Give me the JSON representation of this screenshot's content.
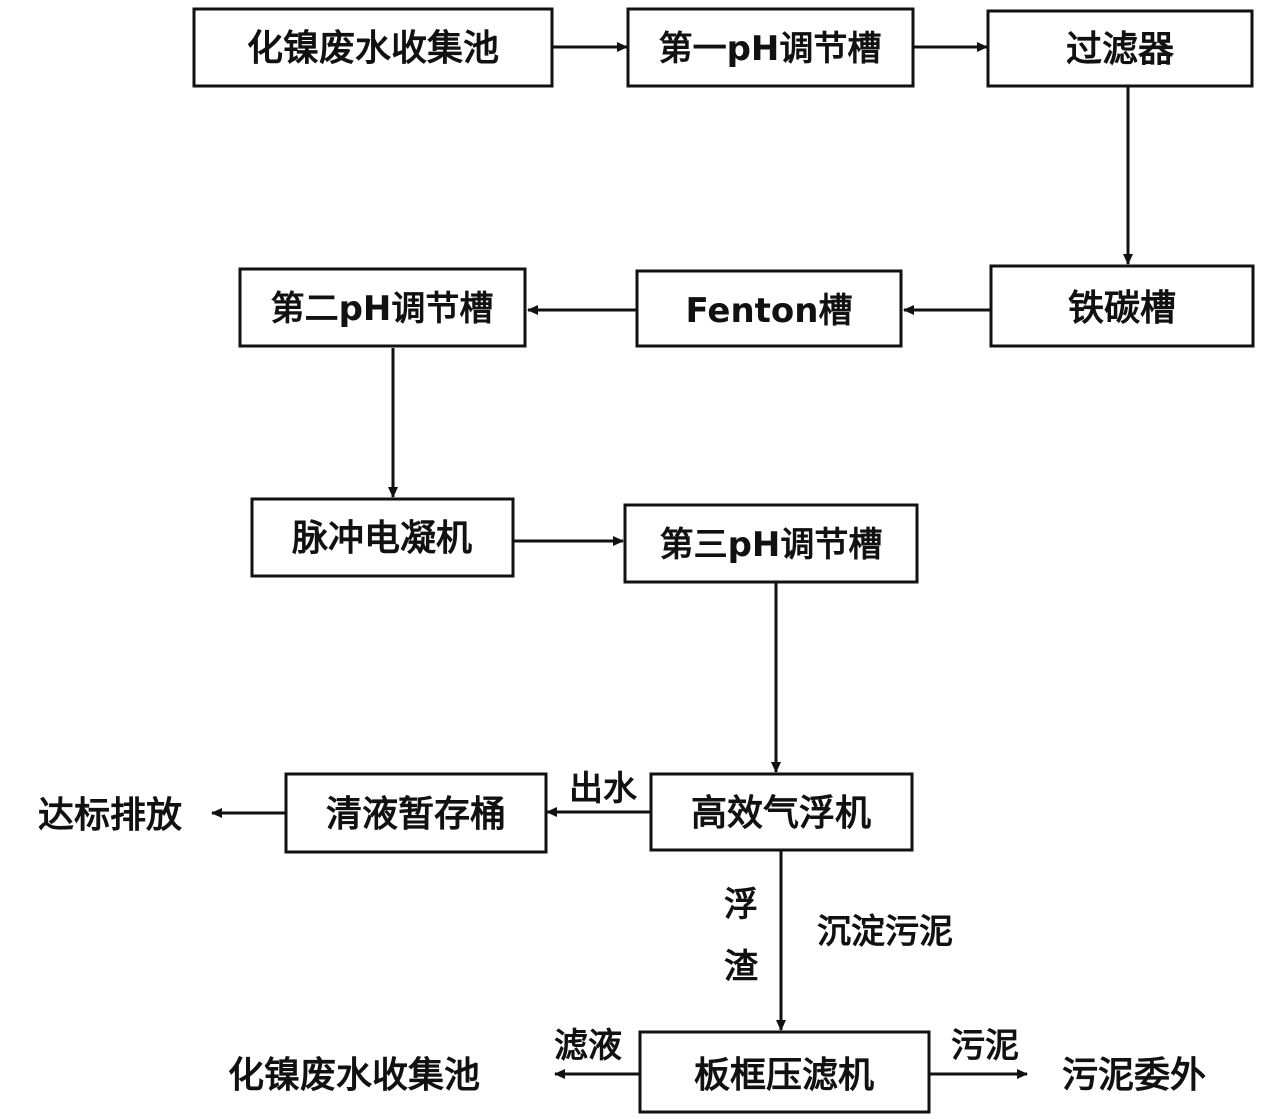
{
  "nodes": {
    "collect_pool": "化镍废水收集池",
    "ph1": "第一pH调节槽",
    "filter": "过滤器",
    "iron_carbon": "铁碳槽",
    "fenton": "Fenton槽",
    "ph2": "第二pH调节槽",
    "pulse": "脉冲电凝机",
    "ph3": "第三pH调节槽",
    "flotation": "高效气浮机",
    "clear_tank": "清液暂存桶",
    "press": "板框压滤机"
  },
  "outputs": {
    "discharge": "达标排放",
    "return_pool": "化镍废水收集池",
    "sludge_out": "污泥委外"
  },
  "edge_labels": {
    "water_out": "出水",
    "scum_1": "浮",
    "scum_2": "渣",
    "sediment": "沉淀污泥",
    "filtrate": "滤液",
    "sludge": "污泥"
  }
}
